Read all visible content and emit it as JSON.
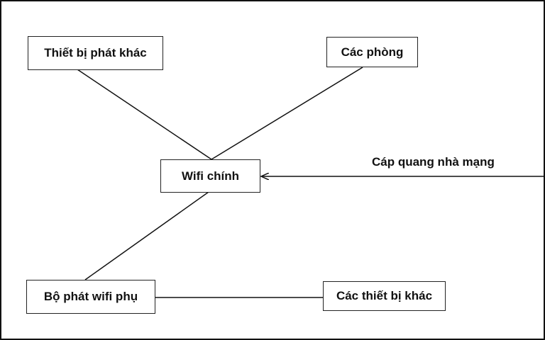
{
  "diagram": {
    "nodes": {
      "other_routers": "Thiết bị phát khác",
      "rooms": "Các phòng",
      "main_wifi": "Wifi chính",
      "extender": "Bộ phát wifi phụ",
      "other_devices": "Các thiết bị khác"
    },
    "edges": {
      "fiber_label": "Cáp quang nhà mạng"
    },
    "colors": {
      "stroke": "#111111",
      "background": "#ffffff"
    }
  }
}
